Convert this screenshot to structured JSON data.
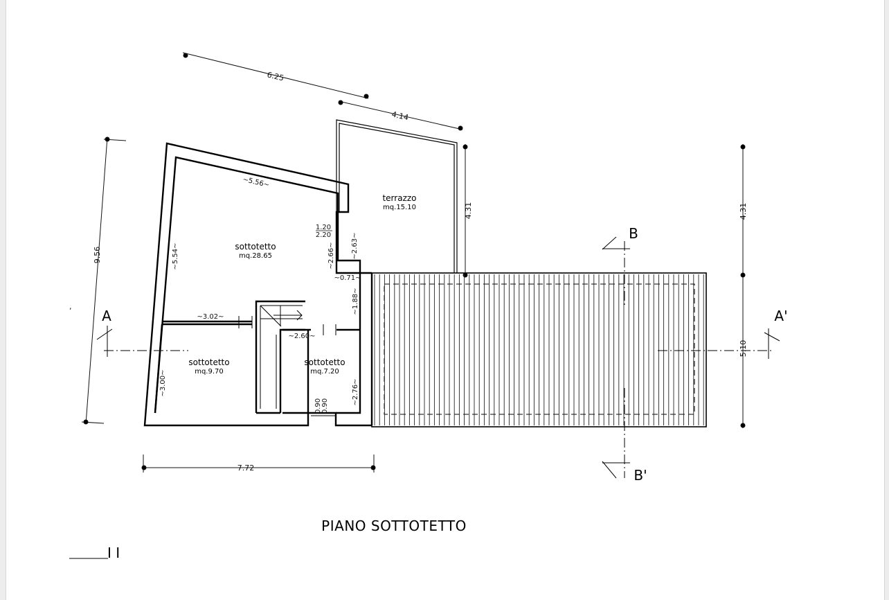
{
  "drawing": {
    "title": "PIANO  SOTTOTETTO",
    "stray_mark": ",",
    "scale_glyph": "I I"
  },
  "rooms": [
    {
      "name": "sottotetto",
      "area": "mq.28.65"
    },
    {
      "name": "terrazzo",
      "area": "mq.15.10"
    },
    {
      "name": "sottotetto",
      "area": "mq.9.70"
    },
    {
      "name": "sottotetto",
      "area": "mq.7.20"
    }
  ],
  "dimensions": {
    "top_outer": "6.25",
    "top_terrace": "4.14",
    "left_overall": "9.56",
    "terrace_height": "4.31",
    "right_upper": "4.31",
    "right_lower": "5.10",
    "bottom_overall": "7.72",
    "north_wall": "~5.56~",
    "left_wall": "~5.54~",
    "opening_1": "1.20",
    "opening_2": "2.20",
    "wall_266": "~2.66~",
    "wall_263": "~2.63~",
    "wall_071": "~0.71~",
    "wall_188": "~1.88~",
    "wall_302": "~3.02~",
    "wall_260": "~2.60~",
    "wall_300": "~3.00~",
    "wall_276": "~2.76~",
    "door_1": "0.90",
    "door_2": "0.90"
  },
  "sections": {
    "a": "A",
    "a_prime": "A'",
    "b": "B",
    "b_prime": "B'"
  }
}
